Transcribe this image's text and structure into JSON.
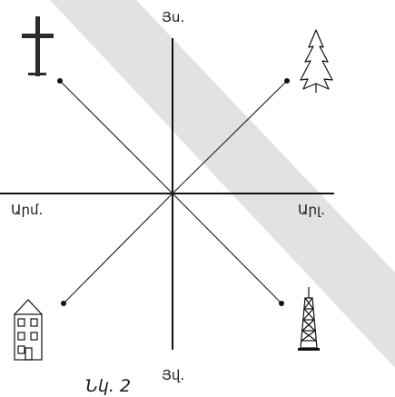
{
  "labels": {
    "north": "Յս.",
    "south": "Յվ.",
    "east": "Արլ.",
    "west": "Արմ."
  },
  "caption": "Նկ. 2",
  "colors": {
    "axis": "#111111",
    "diagonal": "#2a2a2a",
    "watermark": "#e2e2e2",
    "cross": "#2b2b2b"
  },
  "icons": {
    "top_left": "cross-icon",
    "top_right": "fir-tree-icon",
    "bottom_left": "house-icon",
    "bottom_right": "tower-icon"
  }
}
